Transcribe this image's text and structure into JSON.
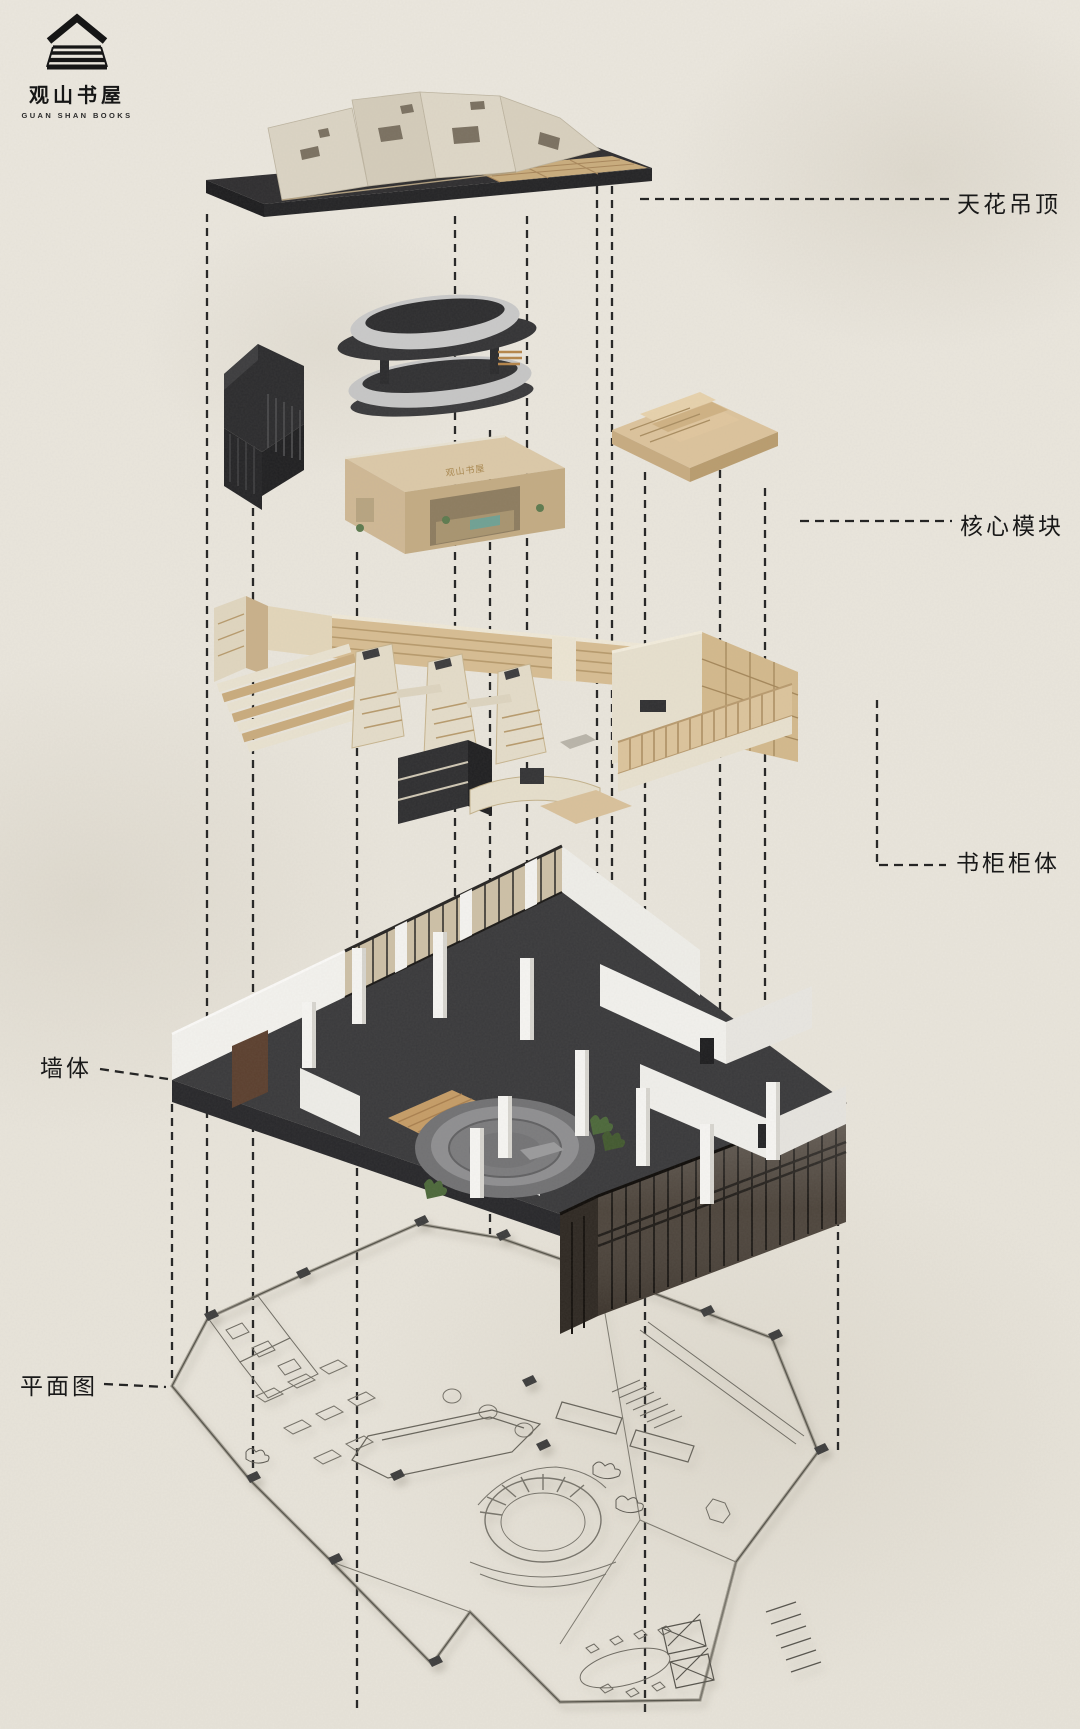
{
  "logo": {
    "icon": "stacked-roof-books-icon",
    "title": "观山书屋",
    "subtitle": "GUAN SHAN BOOKS"
  },
  "callouts": {
    "ceiling": {
      "label": "天花吊顶",
      "side": "right"
    },
    "core": {
      "label": "核心模块",
      "side": "right"
    },
    "bookshelf": {
      "label": "书柜柜体",
      "side": "right"
    },
    "wall": {
      "label": "墙体",
      "side": "left"
    },
    "plan": {
      "label": "平面图",
      "side": "left"
    }
  },
  "scene": {
    "type": "exploded-axonometric-diagram",
    "cafe_sign": "观山书屋",
    "layers": [
      {
        "id": "ceiling",
        "name": "天花吊顶"
      },
      {
        "id": "core-modules",
        "name": "核心模块"
      },
      {
        "id": "bookshelves",
        "name": "书柜柜体"
      },
      {
        "id": "walls",
        "name": "墙体"
      },
      {
        "id": "floor-plan",
        "name": "平面图"
      }
    ]
  },
  "colors": {
    "paper": "#e9e5dc",
    "ink": "#1c1c1c",
    "charcoal": "#2c2c2e",
    "cream_panel": "#ddd6c6",
    "wood": "#c9ac7c",
    "beige_module": "#d6c3a1",
    "teal_accent": "#6fa193",
    "steel_gray": "#c9c9c9",
    "floor_dark": "#39393b",
    "plan_line": "#7b786e"
  }
}
